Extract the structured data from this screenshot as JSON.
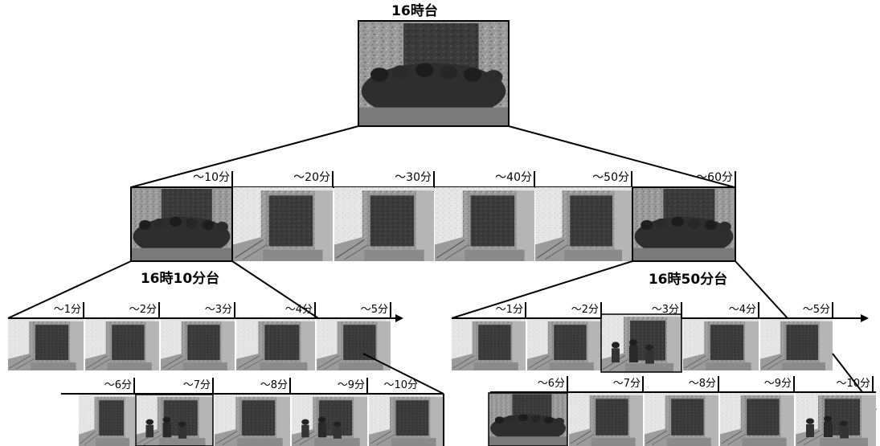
{
  "root": {
    "label": "16時台"
  },
  "level1": {
    "ticks": [
      "～10分",
      "～20分",
      "～30分",
      "～40分",
      "～50分",
      "～60分"
    ],
    "captions": {
      "left": "16時10分台",
      "right": "16時50分台"
    }
  },
  "left_branch": {
    "row1_ticks": [
      "～1分",
      "～2分",
      "～3分",
      "～4分",
      "～5分"
    ],
    "row2_ticks": [
      "～6分",
      "～7分",
      "～8分",
      "～9分",
      "～10分"
    ]
  },
  "right_branch": {
    "row1_ticks": [
      "～1分",
      "～2分",
      "～3分",
      "～4分",
      "～5分"
    ],
    "row2_ticks": [
      "～6分",
      "～7分",
      "～8分",
      "～9分",
      "～10分"
    ]
  },
  "colors": {
    "ink": "#000000",
    "frame_dark": "#3a3a3a",
    "frame_mid": "#8a8a8a",
    "frame_light": "#d6d6d6",
    "paper": "#ffffff"
  },
  "icons": {
    "crowd": "crowd-thumbnail",
    "doorway": "doorway-thumbnail"
  }
}
